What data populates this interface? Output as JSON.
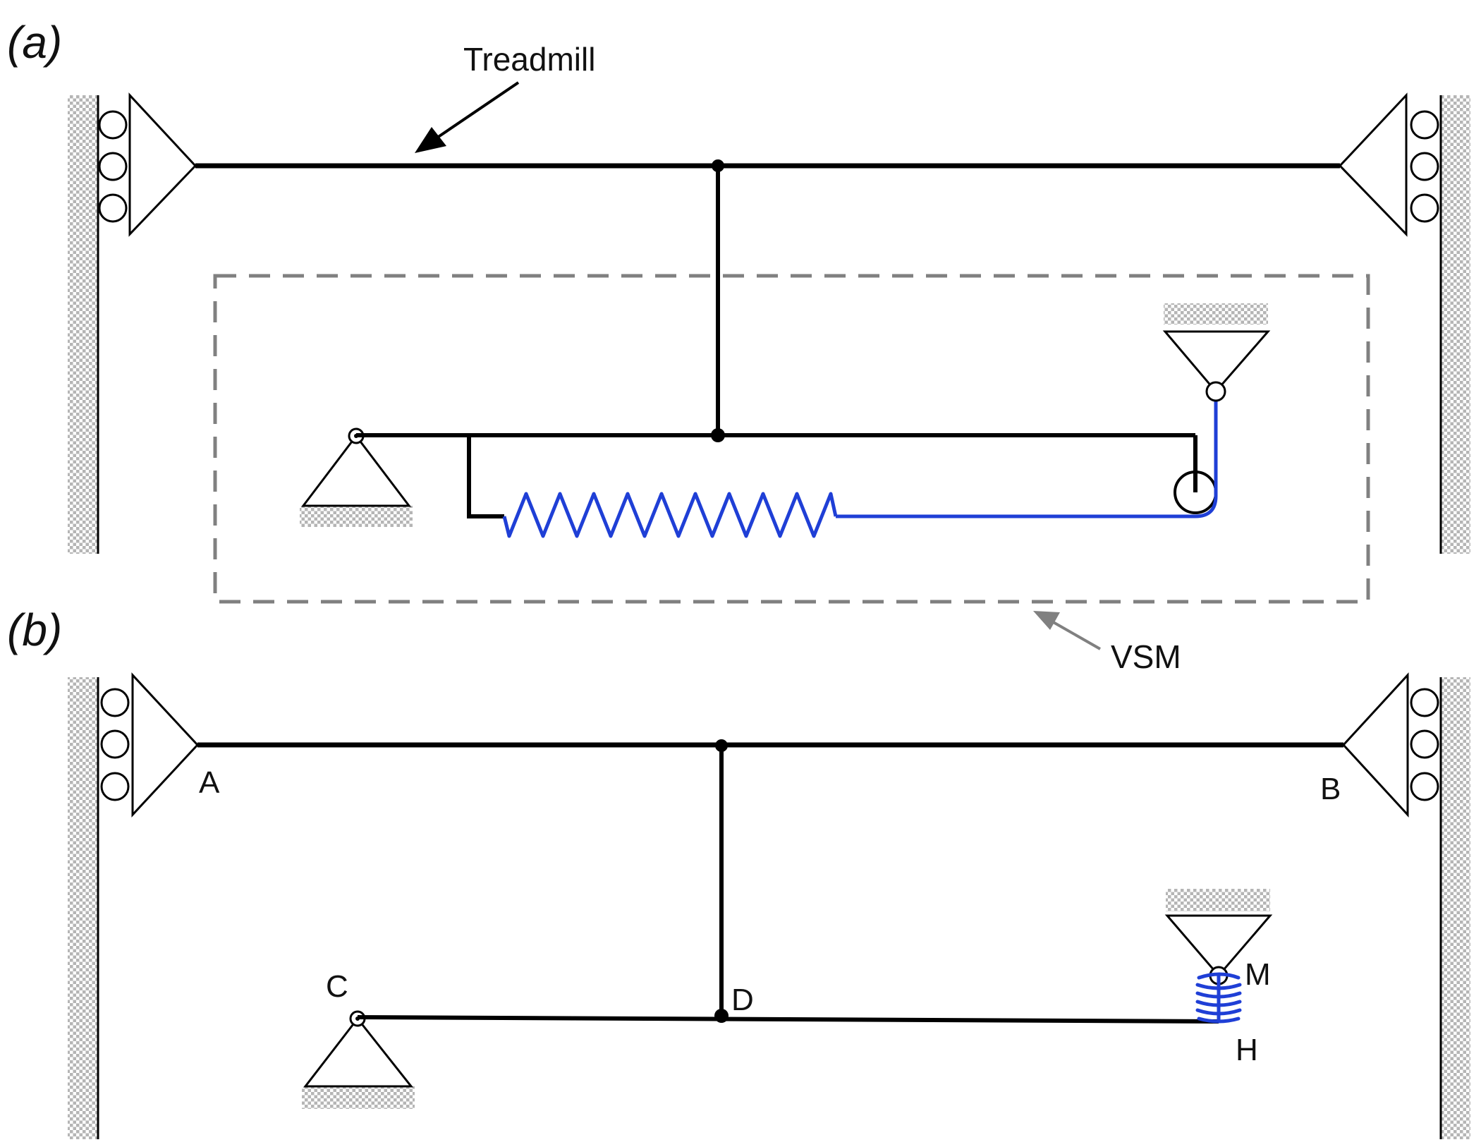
{
  "panels": {
    "a": "(a)",
    "b": "(b)"
  },
  "labels": {
    "treadmill": "Treadmill",
    "vsm": "VSM",
    "A": "A",
    "B": "B",
    "C": "C",
    "D": "D",
    "M": "M",
    "H": "H"
  },
  "colors": {
    "structure": "#000000",
    "spring": "#1f3fd6",
    "vsm_box": "#808080",
    "ground_hatch": "#b8b8b8"
  }
}
